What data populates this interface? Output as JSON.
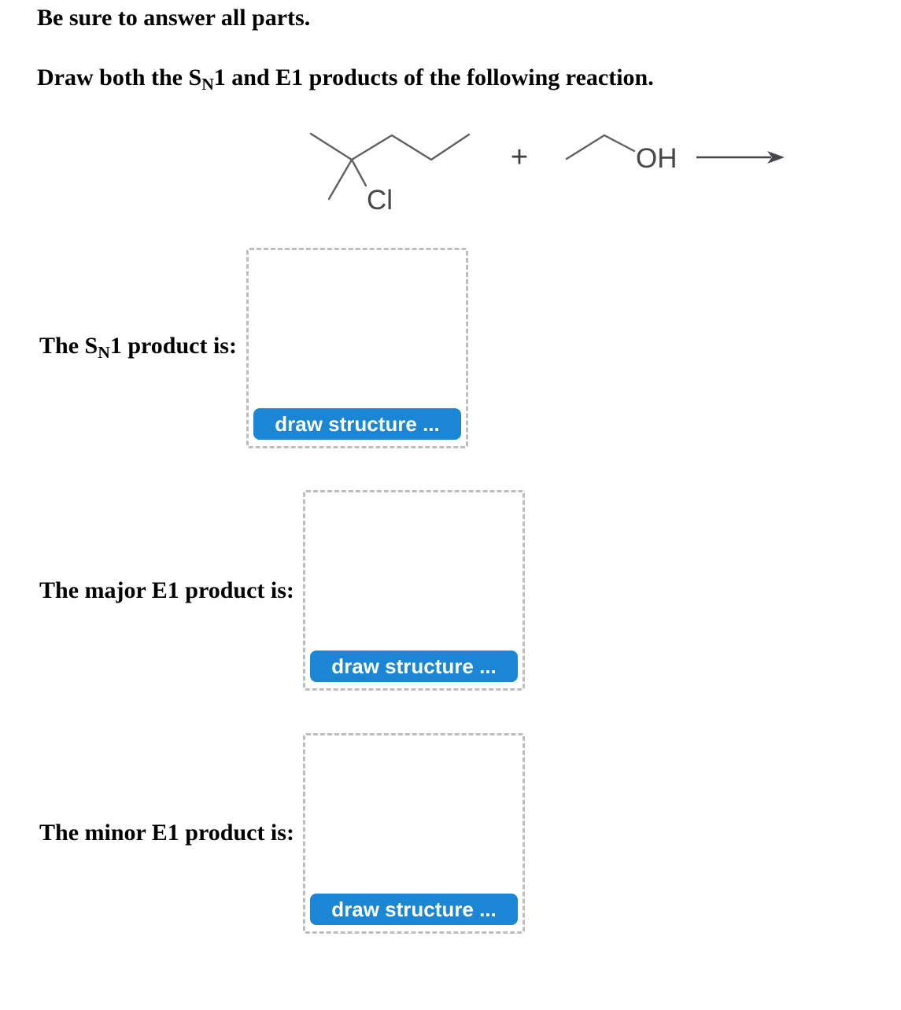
{
  "headings": {
    "line1": "Be sure to answer all parts.",
    "line2_before": "Draw both the S",
    "line2_sub": "N",
    "line2_after": "1 and E1 products of the following reaction."
  },
  "reaction": {
    "chloro_label": "Cl",
    "plus": "+",
    "hydroxyl_label": "OH"
  },
  "sections": [
    {
      "label_before": "The S",
      "label_sub": "N",
      "label_after": "1 product is:",
      "button": "draw structure ..."
    },
    {
      "label_before": "The major E1 product is:",
      "label_sub": "",
      "label_after": "",
      "button": "draw structure ..."
    },
    {
      "label_before": "The minor E1 product is:",
      "label_sub": "",
      "label_after": "",
      "button": "draw structure ..."
    }
  ],
  "colors": {
    "button_bg": "#1a86d4",
    "button_text": "#ffffff",
    "box_border": "#bdbdbd",
    "bond_stroke": "#5f5f64",
    "atom_text": "#47474a",
    "heading_text": "#000000"
  }
}
